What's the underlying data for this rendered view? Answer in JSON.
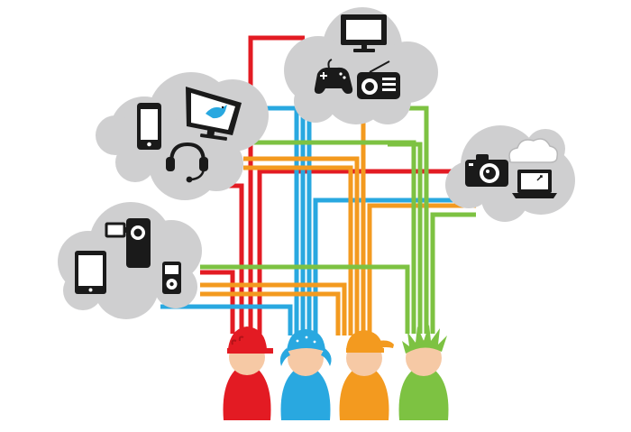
{
  "colors": {
    "background": "#ffffff",
    "cloud": "#cfcfd0",
    "device": "#1a1a1a",
    "red": "#e31b23",
    "blue": "#29a8e0",
    "orange": "#f39a1f",
    "green": "#7dc242",
    "skin": "#f6c9a5"
  },
  "clouds": [
    {
      "id": "cloud-tv-gaming",
      "devices": [
        "tv-icon",
        "gamepad-icon",
        "radio-icon"
      ]
    },
    {
      "id": "cloud-phone-social",
      "devices": [
        "smartphone-icon",
        "monitor-bird-icon",
        "headset-icon"
      ]
    },
    {
      "id": "cloud-camera-laptop",
      "devices": [
        "camera-icon",
        "laptop-icon",
        "small-cloud-icon"
      ]
    },
    {
      "id": "cloud-media",
      "devices": [
        "tablet-icon",
        "camcorder-icon",
        "mp3-player-icon"
      ]
    }
  ],
  "people": [
    {
      "id": "person-red",
      "color": "red",
      "hair": "cap"
    },
    {
      "id": "person-blue",
      "color": "blue",
      "hair": "bandana"
    },
    {
      "id": "person-orange",
      "color": "orange",
      "hair": "cap"
    },
    {
      "id": "person-green",
      "color": "green",
      "hair": "spiky"
    }
  ]
}
